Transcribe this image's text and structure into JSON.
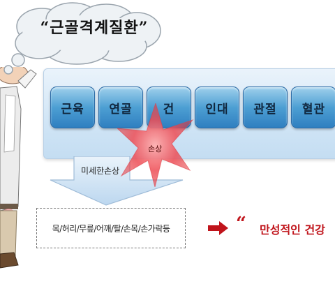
{
  "cloud": {
    "title": "“근골격계질환”"
  },
  "tissues": [
    "근육",
    "연골",
    "건",
    "인대",
    "관절",
    "혈관"
  ],
  "arrow": {
    "label": "미세한손상"
  },
  "burst": {
    "label": "손상"
  },
  "parts": {
    "text": "목/허리/무릎/어깨/팔/손목/손가락등"
  },
  "result": {
    "quote": "“",
    "text": "만성적인 건강"
  },
  "colors": {
    "tissue": "#3d8fcb",
    "burst": "#e5353b",
    "result": "#c0141b"
  }
}
